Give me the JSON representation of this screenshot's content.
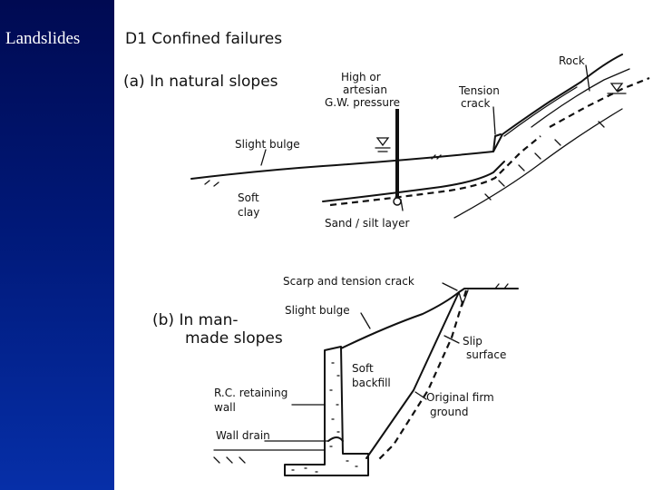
{
  "slide": {
    "title": "Landslides"
  },
  "figure": {
    "heading": "D1 Confined failures",
    "a": {
      "caption": "(a) In natural slopes",
      "labels": {
        "gw1": "High or",
        "gw2": "artesian",
        "gw3": "G.W. pressure",
        "tension1": "Tension",
        "tension2": "crack",
        "rock": "Rock",
        "bulge": "Slight bulge",
        "soft1": "Soft",
        "soft2": "clay",
        "sand": "Sand / silt layer"
      }
    },
    "b": {
      "caption1": "(b) In man-",
      "caption2": "made slopes",
      "labels": {
        "scarp": "Scarp and tension crack",
        "bulge": "Slight bulge",
        "slip1": "Slip",
        "slip2": "surface",
        "backfill1": "Soft",
        "backfill2": "backfill",
        "wall1": "R.C. retaining",
        "wall2": "wall",
        "firm1": "Original firm",
        "firm2": "ground",
        "drain": "Wall drain"
      }
    }
  }
}
